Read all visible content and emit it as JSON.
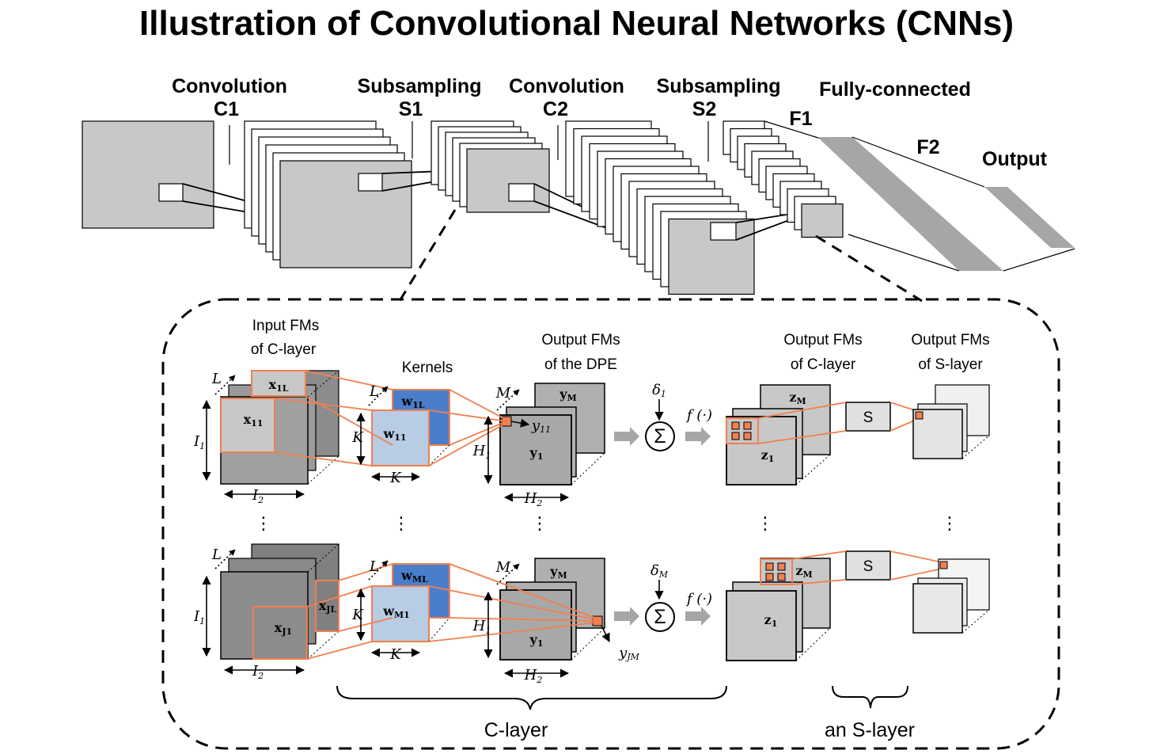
{
  "title": "Illustration of Convolutional Neural Networks (CNNs)",
  "colors": {
    "fm_gray": "#c8c8c8",
    "dark_fm": "#808080",
    "kernel_light": "#b8cce4",
    "kernel_dark": "#4a7ecb",
    "highlight": "#f08050",
    "arrow_gray": "#a6a6a6"
  },
  "overview": {
    "layers": [
      {
        "name": "Convolution",
        "code": "C1"
      },
      {
        "name": "Subsampling",
        "code": "S1"
      },
      {
        "name": "Convolution",
        "code": "C2"
      },
      {
        "name": "Subsampling",
        "code": "S2"
      },
      {
        "name": "Fully-connected",
        "code": "F1"
      },
      {
        "code": "F2"
      },
      {
        "name": "Output"
      }
    ]
  },
  "detail": {
    "input_fms": [
      "Input FMs",
      "of C-layer"
    ],
    "kernels": "Kernels",
    "output_dpe": [
      "Output FMs",
      "of the DPE"
    ],
    "output_c": [
      "Output FMs",
      "of C-layer"
    ],
    "output_s": [
      "Output FMs",
      "of S-layer"
    ],
    "s_box": "S",
    "c_layer": "C-layer",
    "s_layer": "an S-layer",
    "sigma": "Σ",
    "f_label": "f (·)",
    "vars": {
      "x_1L": [
        "x",
        "1L"
      ],
      "x_11": [
        "x",
        "11"
      ],
      "x_J1": [
        "x",
        "J1"
      ],
      "x_JL": [
        "x",
        "JL"
      ],
      "w_1L": [
        "w",
        "1L"
      ],
      "w_11": [
        "w",
        "11"
      ],
      "w_ML": [
        "w",
        "ML"
      ],
      "w_M1": [
        "w",
        "M1"
      ],
      "y_M": [
        "y",
        "M"
      ],
      "y_1": [
        "y",
        "1"
      ],
      "z_M": [
        "z",
        "M"
      ],
      "z_1": [
        "z",
        "1"
      ],
      "y_11": [
        "y",
        "11"
      ],
      "y_JM": [
        "y",
        "JM"
      ],
      "delta_1": [
        "δ",
        "1"
      ],
      "delta_M": [
        "δ",
        "M"
      ],
      "L": "L",
      "I1": [
        "I",
        "1"
      ],
      "I2": [
        "I",
        "2"
      ],
      "K": "K",
      "M": "M",
      "H1": [
        "H",
        "1"
      ],
      "H2": [
        "H",
        "2"
      ]
    }
  }
}
